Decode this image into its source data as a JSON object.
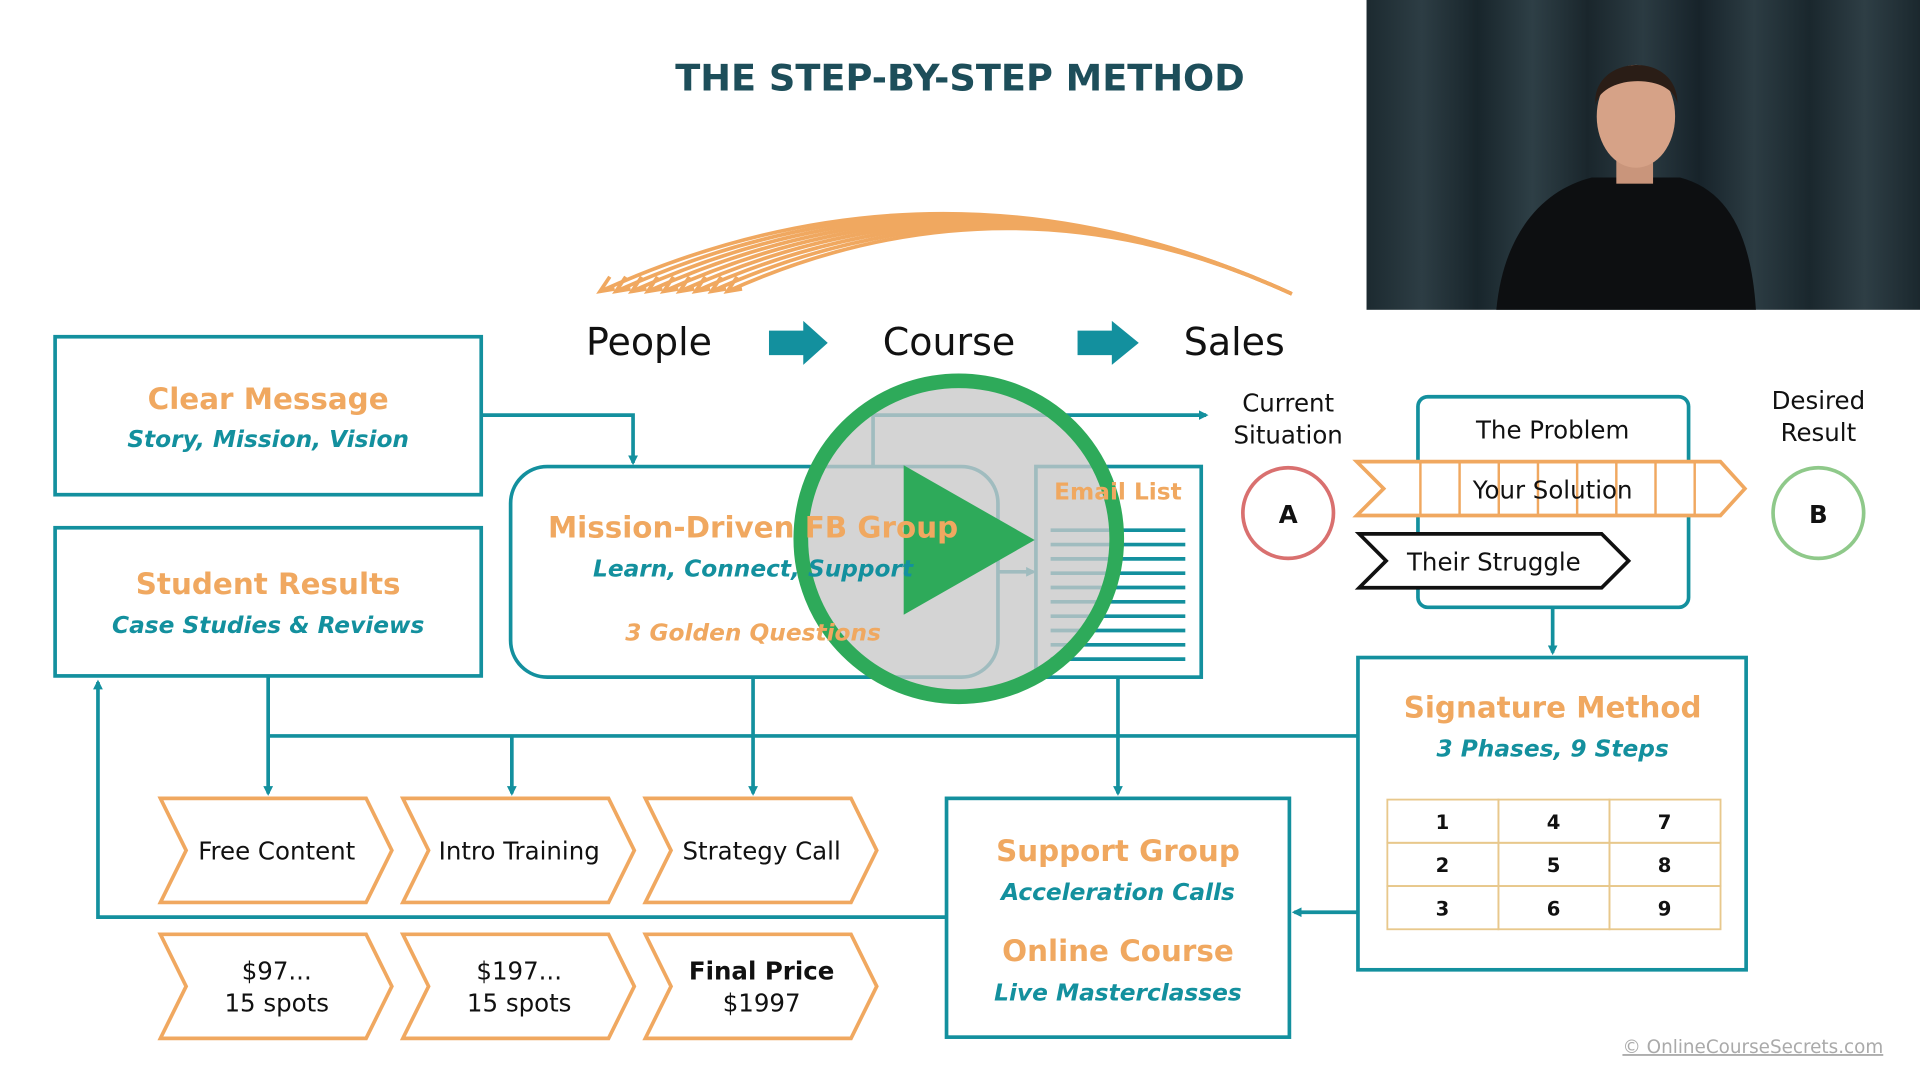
{
  "title": "THE STEP-BY-STEP METHOD",
  "flow": {
    "people": "People",
    "course": "Course",
    "sales": "Sales"
  },
  "clear_message": {
    "title": "Clear Message",
    "subtitle": "Story, Mission, Vision"
  },
  "student_results": {
    "title": "Student Results",
    "subtitle": "Case Studies & Reviews"
  },
  "fb_group": {
    "title": "Mission-Driven FB Group",
    "subtitle": "Learn, Connect, Support",
    "note": "3 Golden Questions"
  },
  "email_list": {
    "title": "Email List"
  },
  "current": {
    "line1": "Current",
    "line2": "Situation",
    "badge": "A"
  },
  "desired": {
    "line1": "Desired",
    "line2": "Result",
    "badge": "B"
  },
  "problem": {
    "title": "The Problem",
    "solution": "Your Solution",
    "struggle": "Their Struggle"
  },
  "signature": {
    "title": "Signature Method",
    "subtitle": "3 Phases, 9 Steps",
    "grid": [
      [
        "1",
        "4",
        "7"
      ],
      [
        "2",
        "5",
        "8"
      ],
      [
        "3",
        "6",
        "9"
      ]
    ]
  },
  "offers": [
    {
      "label": "Free Content",
      "price1": "$97...",
      "price2": "15 spots"
    },
    {
      "label": "Intro Training",
      "price1": "$197...",
      "price2": "15 spots"
    },
    {
      "label": "Strategy Call",
      "price1": "Final Price",
      "price2": "$1997"
    }
  ],
  "support": {
    "title1": "Support Group",
    "sub1": "Acceleration Calls",
    "title2": "Online Course",
    "sub2": "Live Masterclasses"
  },
  "copyright": "© OnlineCourseSecrets.com",
  "video": {
    "play_icon": "play-icon"
  },
  "colors": {
    "teal": "#13909e",
    "orange": "#f0a860",
    "title": "#1d4e5a",
    "play": "#2eaa5a",
    "a": "#d9706f",
    "b": "#8fc98a"
  }
}
